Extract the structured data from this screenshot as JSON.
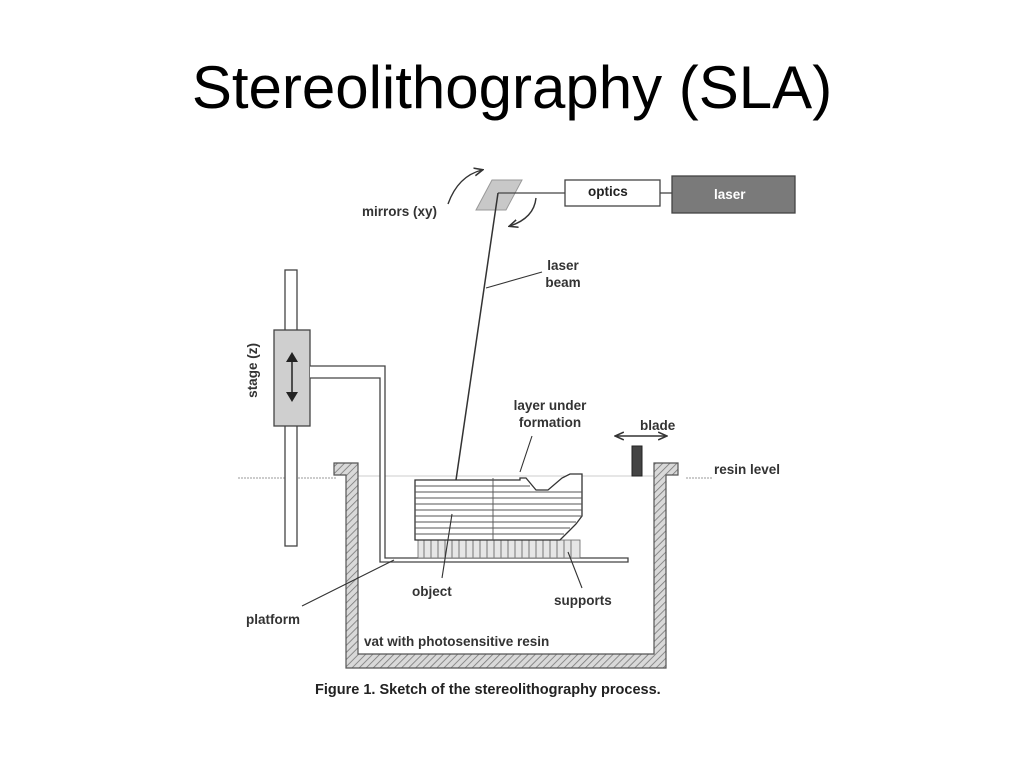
{
  "slide": {
    "title": "Stereolithography (SLA)"
  },
  "diagram": {
    "labels": {
      "mirrors": "mirrors (xy)",
      "optics": "optics",
      "laser": "laser",
      "laser_beam_1": "laser",
      "laser_beam_2": "beam",
      "stage": "stage (z)",
      "layer_1": "layer under",
      "layer_2": "formation",
      "blade": "blade",
      "resin_level": "resin level",
      "object": "object",
      "supports": "supports",
      "platform": "platform",
      "vat": "vat with photosensitive resin"
    },
    "caption": "Figure 1. Sketch of the stereolithography process."
  }
}
